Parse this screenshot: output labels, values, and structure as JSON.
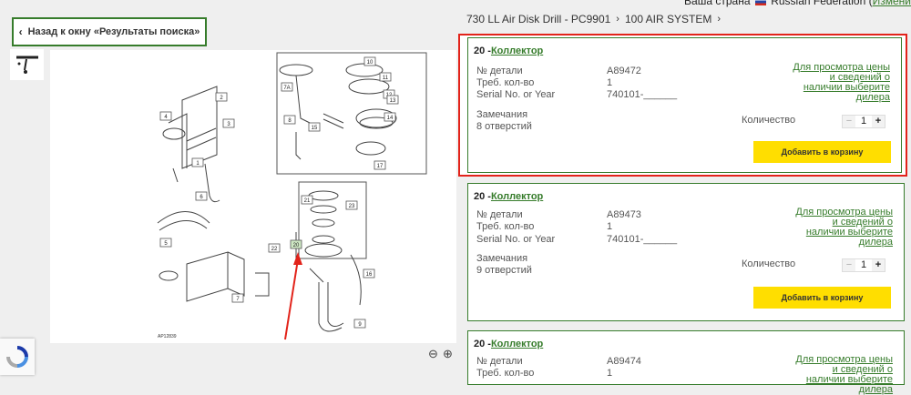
{
  "top": {
    "region_label": "Ваша страна",
    "country": "Russian Federation",
    "change_link": "Измени"
  },
  "back_button": {
    "label": "Назад к окну «Результаты поиска»"
  },
  "breadcrumb": {
    "items": [
      "730 LL Air Disk Drill - PC9901",
      "100 AIR SYSTEM"
    ]
  },
  "diagram": {
    "callouts": [
      "1",
      "2",
      "3",
      "4",
      "5",
      "6",
      "7",
      "7A",
      "8",
      "9",
      "10",
      "11",
      "12",
      "13",
      "14",
      "15",
      "16",
      "17",
      "20",
      "21",
      "22",
      "23"
    ],
    "figure_id": "AP12839",
    "highlighted_callout": "20"
  },
  "labels": {
    "part_no": "№ детали",
    "req_qty": "Треб. кол-во",
    "serial": "Serial No. or Year",
    "remarks": "Замечания",
    "quantity": "Количество",
    "availability": "Для просмотра цены и сведений о наличии выберите дилера",
    "add_to_cart": "Добавить в корзину"
  },
  "parts": [
    {
      "callout": "20 -",
      "name": "Коллектор",
      "part_no": "A89472",
      "req_qty": "1",
      "serial": "740101-______",
      "remark": "8 отверстий",
      "qty": "1"
    },
    {
      "callout": "20 -",
      "name": "Коллектор",
      "part_no": "A89473",
      "req_qty": "1",
      "serial": "740101-______",
      "remark": "9 отверстий",
      "qty": "1"
    },
    {
      "callout": "20 -",
      "name": "Коллектор",
      "part_no": "A89474",
      "req_qty": "1",
      "serial": "",
      "remark": "",
      "qty": ""
    }
  ],
  "colors": {
    "accent": "#367c2b",
    "highlight": "#e2231a",
    "button": "#ffde00"
  }
}
